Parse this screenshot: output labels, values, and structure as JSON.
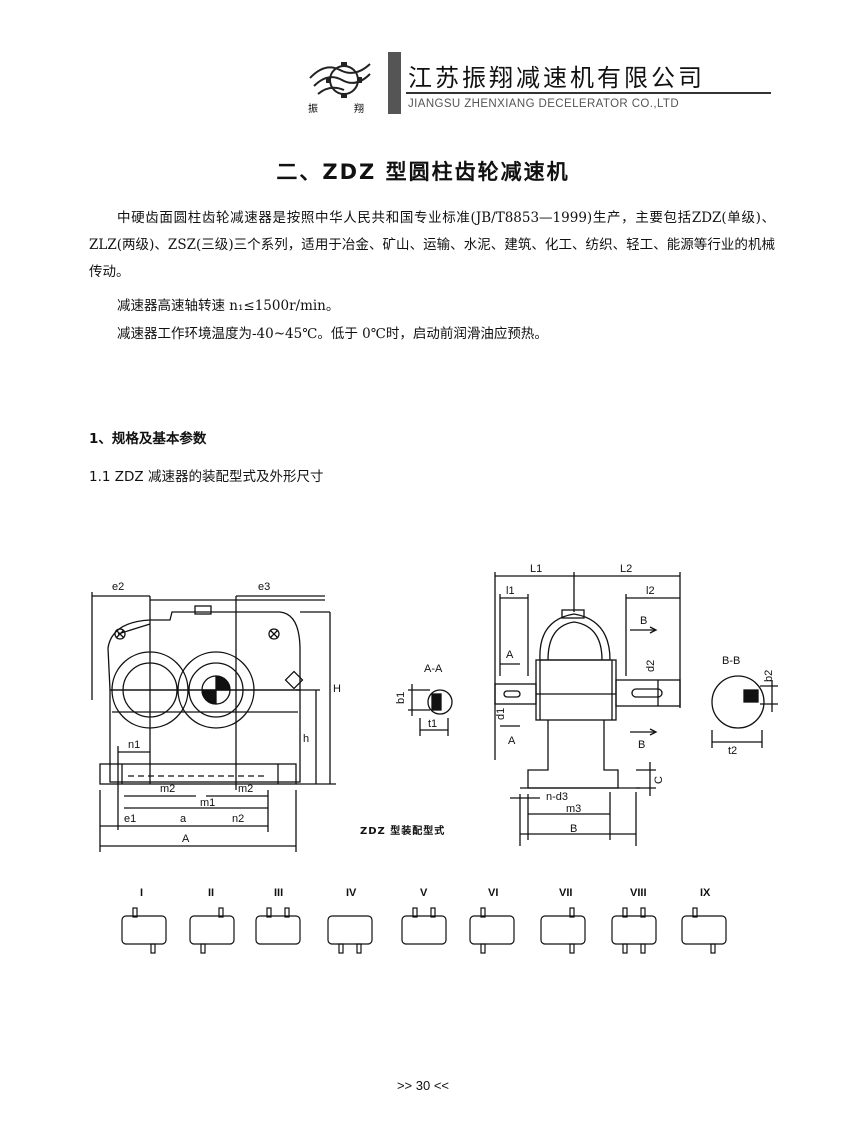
{
  "header": {
    "company_cn": "江苏振翔减速机有限公司",
    "company_en": "JIANGSU ZHENXIANG DECELERATOR CO.,LTD",
    "logo_chars": [
      "振",
      "翔"
    ]
  },
  "title": "二、ZDZ 型圆柱齿轮减速机",
  "intro": {
    "paragraph": "中硬齿面圆柱齿轮减速器是按照中华人民共和国专业标准(JB/T8853—1999)生产，主要包括ZDZ(单级)、ZLZ(两级)、ZSZ(三级)三个系列，适用于冶金、矿山、运输、水泥、建筑、化工、纺织、轻工、能源等行业的机械传动。",
    "speed_line": "减速器高速轴转速 n₁≤1500r/min。",
    "temp_line": "减速器工作环境温度为-40~45℃。低于 0℃时，启动前润滑油应预热。"
  },
  "section": {
    "heading": "1、规格及基本参数",
    "subheading": "1.1  ZDZ 减速器的装配型式及外形尺寸"
  },
  "drawing": {
    "caption": "ZDZ  型装配型式",
    "front_labels": {
      "e2": "e2",
      "e3": "e3",
      "H": "H",
      "h": "h",
      "n1": "n1",
      "m2a": "m2",
      "m2b": "m2",
      "m1": "m1",
      "e1": "e1",
      "a": "a",
      "n2": "n2",
      "A": "A"
    },
    "section_aa": {
      "title": "A-A",
      "b1": "b1",
      "t1": "t1"
    },
    "side_labels": {
      "L1": "L1",
      "L2": "L2",
      "l1": "l1",
      "l2": "l2",
      "B_top": "B",
      "A_top": "A",
      "d1": "d1",
      "A_bottom": "A",
      "d2": "d2",
      "B_bottom": "B",
      "C": "C",
      "nd3": "n-d3",
      "m3": "m3",
      "B": "B"
    },
    "section_bb": {
      "title": "B-B",
      "b2": "b2",
      "t2": "t2"
    },
    "assembly_types": [
      "I",
      "II",
      "III",
      "IV",
      "V",
      "VI",
      "VII",
      "VIII",
      "IX"
    ]
  },
  "page_number": ">> 30 <<"
}
